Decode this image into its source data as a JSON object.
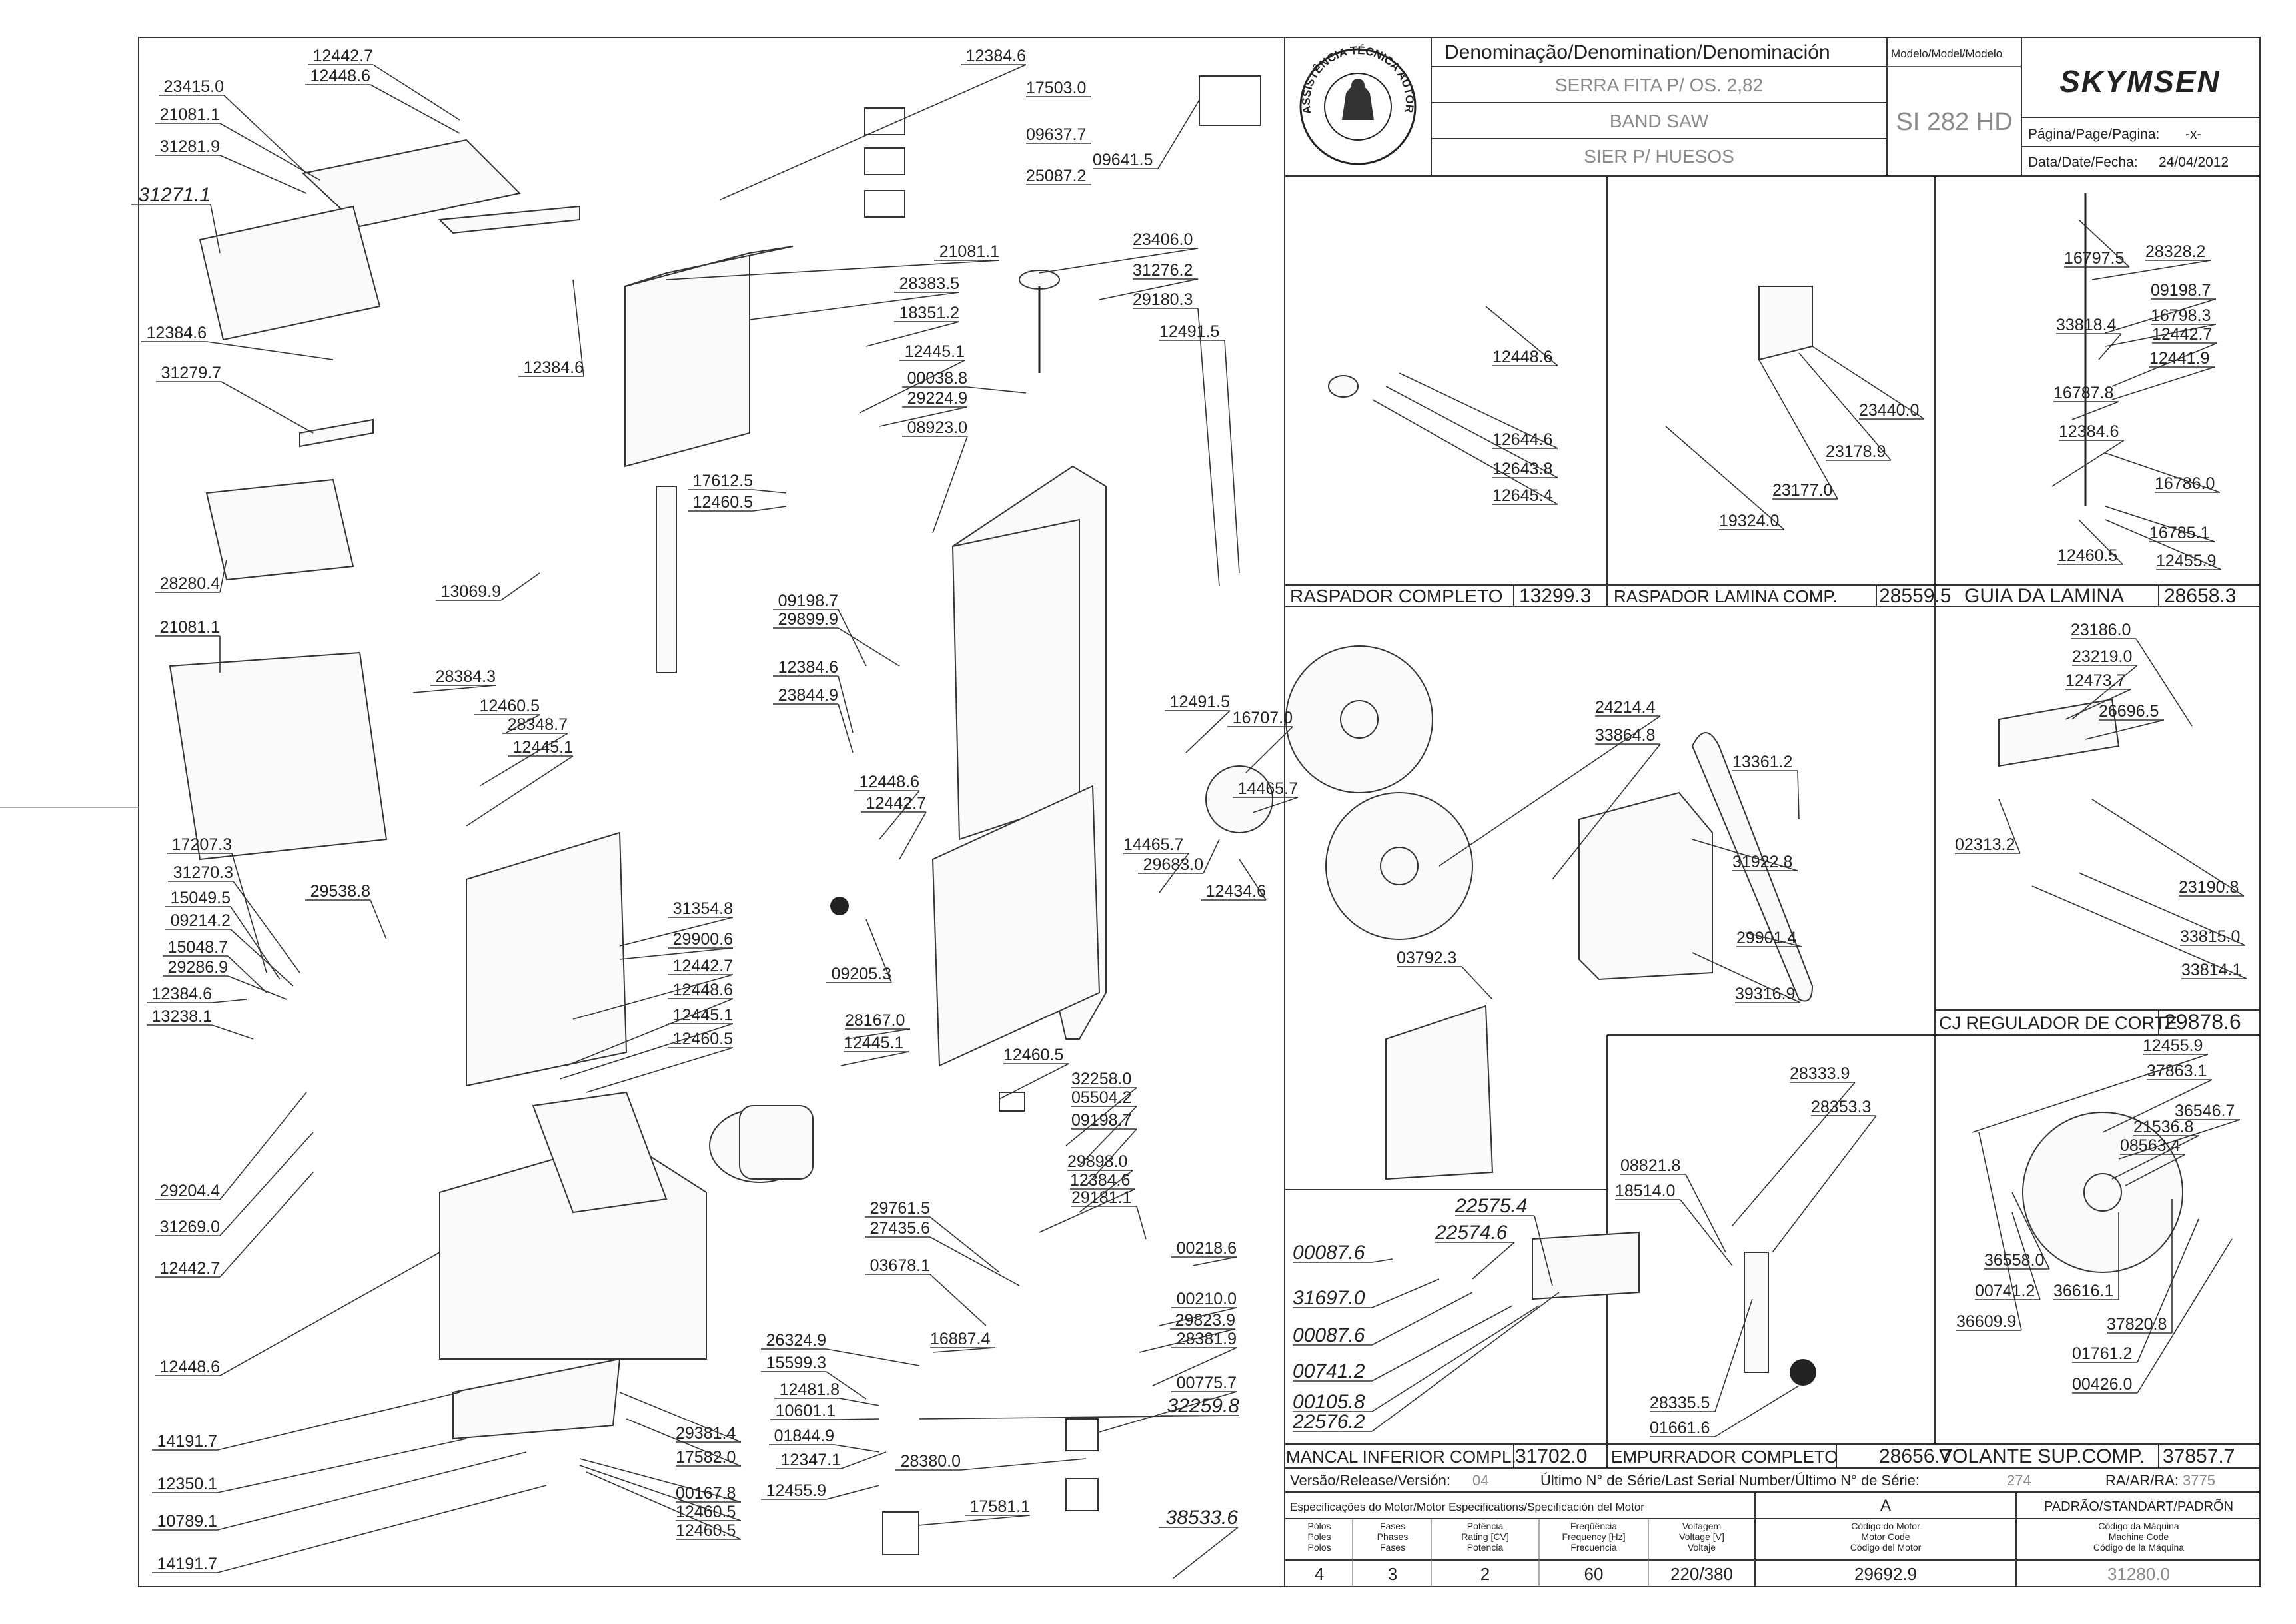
{
  "header": {
    "denomination_label": "Denominação/Denomination/Denominación",
    "model_label": "Modelo/Model/Modelo",
    "name_pt": "SERRA FITA P/ OS. 2,82",
    "name_en": "BAND SAW",
    "name_es": "SIER P/ HUESOS",
    "model": "SI 282 HD",
    "brand": "SKYMSEN",
    "page_label": "Página/Page/Pagina:",
    "page_value": "-x-",
    "date_label": "Data/Date/Fecha:",
    "date_value": "24/04/2012",
    "seal_text": "ASSISTÊNCIA TÉCNICA AUTORIZADA"
  },
  "assemblies": [
    {
      "name": "RASPADOR COMPLETO",
      "code": "13299.3"
    },
    {
      "name": "RASPADOR LAMINA COMP.",
      "code": "28559.5"
    },
    {
      "name": "GUIA DA LAMINA",
      "code": "28658.3"
    },
    {
      "name": "CJ REGULADOR DE CORTE",
      "code": "29878.6"
    },
    {
      "name": "MANCAL INFERIOR COMPL.",
      "code": "31702.0"
    },
    {
      "name": "EMPURRADOR COMPLETO",
      "code": "28656.7"
    },
    {
      "name": "VOLANTE SUP.COMP.",
      "code": "37857.7"
    }
  ],
  "release": {
    "version_label": "Versão/Release/Versión:",
    "version_value": "04",
    "serial_label": "Último N° de Série/Last Serial Number/Último N° de Série:",
    "serial_value": "274",
    "ra_label": "RA/AR/RA:",
    "ra_value": "3775"
  },
  "motor": {
    "spec_label": "Especificações do Motor/Motor Especifications/Specificación del Motor",
    "variant": "A",
    "standard_label": "PADRÃO/STANDART/PADRÕN",
    "columns": [
      {
        "header": "Pólos\nPoles\nPolos",
        "value": "4"
      },
      {
        "header": "Fases\nPhases\nFases",
        "value": "3"
      },
      {
        "header": "Potência\nRating [CV]\nPotencia",
        "value": "2"
      },
      {
        "header": "Freqüência\nFrequency [Hz]\nFrecuencia",
        "value": "60"
      },
      {
        "header": "Voltagem\nVoltage [V]\nVoltaje",
        "value": "220/380"
      },
      {
        "header": "Código do Motor\nMotor Code\nCódigo del Motor",
        "value": "29692.9"
      },
      {
        "header": "Código da Máquina\nMachine Code\nCódigo de la Máquina",
        "value": "31280.0"
      }
    ]
  },
  "parts_main": [
    "12442.7",
    "12448.6",
    "23415.0",
    "21081.1",
    "31281.9",
    "31271.1",
    "12384.6",
    "17503.0",
    "09637.7",
    "25087.2",
    "09641.5",
    "21081.1",
    "28383.5",
    "18351.2",
    "12445.1",
    "00038.8",
    "29224.9",
    "08923.0",
    "12384.6",
    "12384.6",
    "31279.7",
    "28280.4",
    "21081.1",
    "28384.3",
    "13069.9",
    "17612.5",
    "12460.5",
    "23406.0",
    "31276.2",
    "29180.3",
    "12491.5",
    "09198.7",
    "29899.9",
    "12384.6",
    "23844.9",
    "12460.5",
    "28348.7",
    "12445.1",
    "17207.3",
    "31270.3",
    "15049.5",
    "09214.2",
    "15048.7",
    "29286.9",
    "12384.6",
    "13238.1",
    "29538.8",
    "31354.8",
    "29900.6",
    "12442.7",
    "12448.6",
    "12445.1",
    "12460.5",
    "09205.3",
    "12448.6",
    "12442.7",
    "12491.5",
    "16707.0",
    "14465.7",
    "14465.7",
    "29683.0",
    "12434.6",
    "24214.4",
    "33864.8",
    "13361.2",
    "31922.8",
    "29901.4",
    "39316.9",
    "03792.3",
    "29204.4",
    "31269.0",
    "12442.7",
    "12448.6",
    "28167.0",
    "12445.1",
    "12460.5",
    "32258.0",
    "05504.2",
    "09198.7",
    "29898.0",
    "12384.6",
    "29181.1",
    "29761.5",
    "27435.6",
    "03678.1",
    "00218.6",
    "00210.0",
    "29823.9",
    "26324.9",
    "16887.4",
    "15599.3",
    "28381.9",
    "12481.8",
    "10601.1",
    "01844.9",
    "00775.7",
    "32259.8",
    "14191.7",
    "29381.4",
    "12347.1",
    "17582.0",
    "12350.1",
    "28380.0",
    "00167.8",
    "10789.1",
    "12460.5",
    "12460.5",
    "12455.9",
    "17581.1",
    "38533.6",
    "14191.7",
    "13238.1"
  ],
  "parts_raspador": [
    "12448.6",
    "12644.6",
    "12643.8",
    "12645.4"
  ],
  "parts_raspador_lamina": [
    "23440.0",
    "23178.9",
    "23177.0",
    "19324.0"
  ],
  "parts_guia": [
    "16797.5",
    "28328.2",
    "09198.7",
    "16798.3",
    "33818.4",
    "12442.7",
    "12441.9",
    "16787.8",
    "12384.6",
    "16786.0",
    "16785.1",
    "12460.5",
    "12455.9"
  ],
  "parts_regulador": [
    "23186.0",
    "23219.0",
    "12473.7",
    "26696.5",
    "02313.2",
    "23190.8",
    "33815.0",
    "33814.1"
  ],
  "parts_mancal": [
    "22575.4",
    "00087.6",
    "22574.6",
    "31697.0",
    "00087.6",
    "00741.2",
    "00105.8",
    "22576.2"
  ],
  "parts_empurrador": [
    "28333.9",
    "28353.3",
    "08821.8",
    "18514.0",
    "28335.5",
    "01661.6"
  ],
  "parts_volante": [
    "12455.9",
    "37863.1",
    "36546.7",
    "21536.8",
    "08563.4",
    "36558.0",
    "00741.2",
    "36616.1",
    "36609.9",
    "37820.8",
    "01761.2",
    "00426.0"
  ]
}
